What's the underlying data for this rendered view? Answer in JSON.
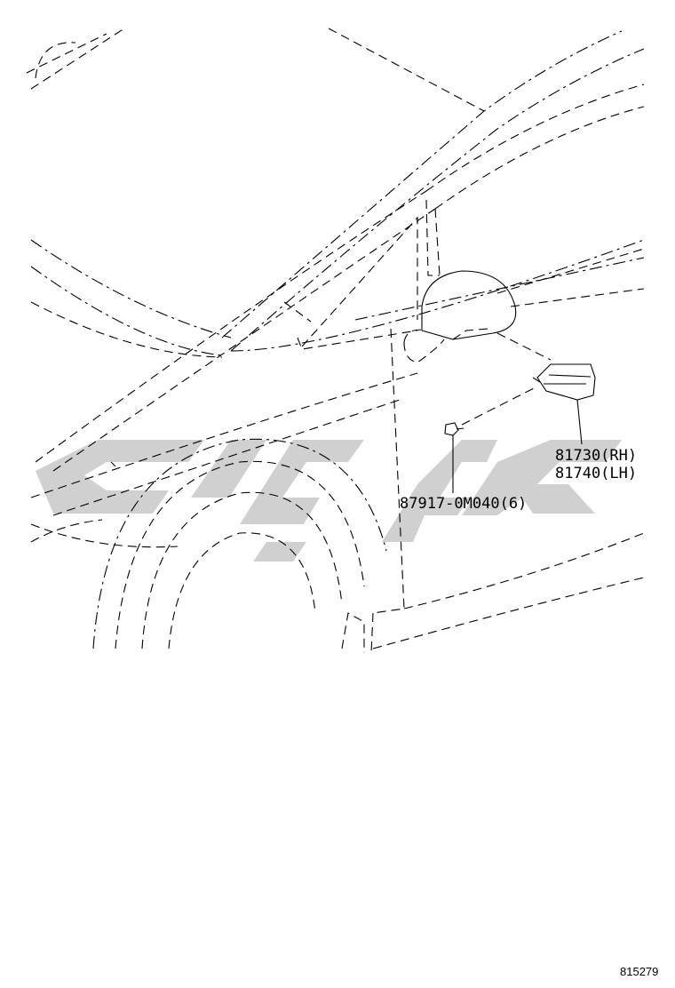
{
  "callouts": {
    "lamp_rh": "81730(RH)",
    "lamp_lh": "81740(LH)",
    "screw": "87917-0M040(6)"
  },
  "figure_number": "815279",
  "colors": {
    "line": "#000000",
    "watermark": "#c8c8c8",
    "background": "#ffffff"
  }
}
